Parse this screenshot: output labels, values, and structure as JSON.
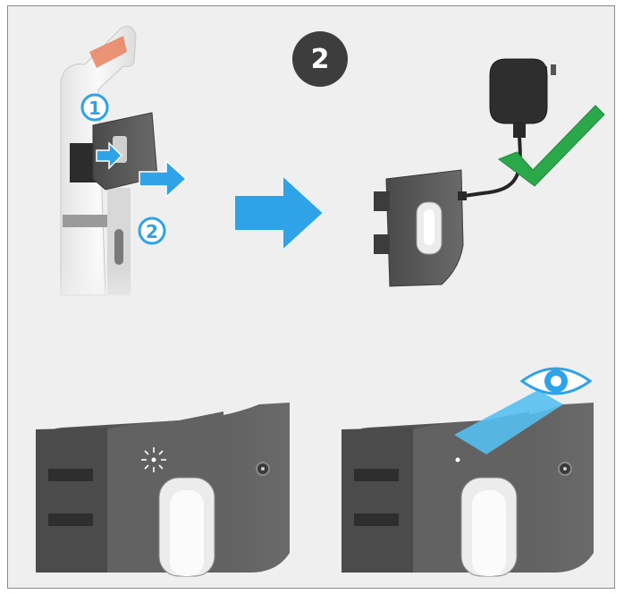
{
  "step": {
    "number": "2"
  },
  "callouts": {
    "release_latch": "1",
    "pull_out": "2"
  },
  "colors": {
    "frame_bg": "#efefef",
    "frame_border": "#8a8a8a",
    "badge_bg": "#3d3d3d",
    "arrow_blue": "#2ea3e8",
    "check_green": "#2aa84a",
    "battery_dark": "#5a5a5a",
    "vacuum_white": "#f6f6f6",
    "eye_blue": "#2ea3e8",
    "beam_blue": "#56c0f0"
  },
  "icons": {
    "direction_arrow": "arrow-right-icon",
    "ok": "checkmark-icon",
    "look": "eye-icon",
    "indicator": "light-rays-icon"
  }
}
